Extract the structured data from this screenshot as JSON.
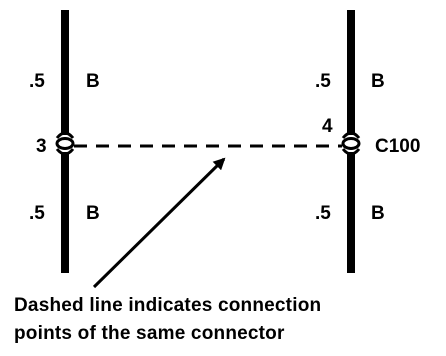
{
  "left_wire": {
    "upper_size": ".5",
    "upper_color": "B",
    "pin": "3",
    "lower_size": ".5",
    "lower_color": "B"
  },
  "right_wire": {
    "upper_size": ".5",
    "upper_color": "B",
    "pin": "4",
    "connector": "C100",
    "lower_size": ".5",
    "lower_color": "B"
  },
  "caption": {
    "line1": "Dashed line indicates connection",
    "line2": "points of the same connector"
  },
  "colors": {
    "ink": "#000000",
    "background": "#ffffff"
  }
}
